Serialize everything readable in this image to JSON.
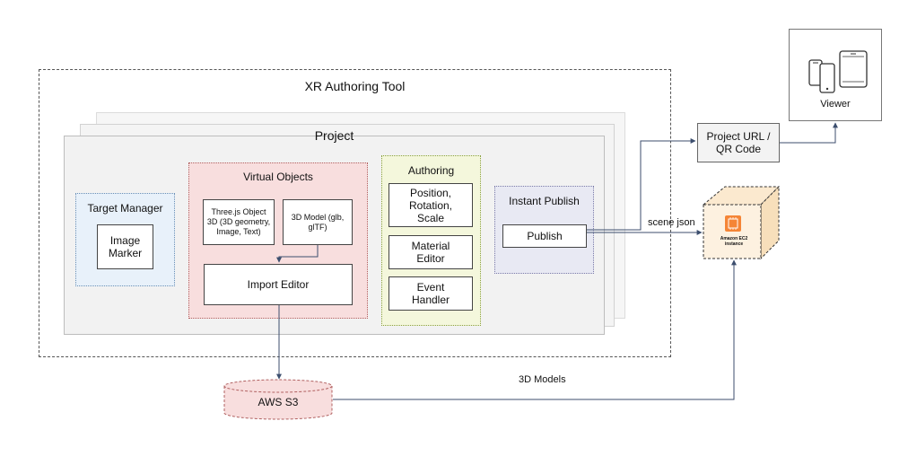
{
  "tool": {
    "title": "XR Authoring Tool"
  },
  "project": {
    "title": "Project"
  },
  "target_manager": {
    "title": "Target Manager",
    "image_marker": "Image Marker"
  },
  "virtual_objects": {
    "title": "Virtual Objects",
    "threejs": "Three.js Object 3D (3D geometry, Image, Text)",
    "model": "3D Model (glb, glTF)",
    "import_editor": "Import Editor"
  },
  "authoring": {
    "title": "Authoring",
    "position": "Position, Rotation, Scale",
    "material": "Material Editor",
    "event": "Event Handler"
  },
  "instant_publish": {
    "title": "Instant Publish",
    "publish": "Publish"
  },
  "project_url": "Project URL / QR Code",
  "viewer": "Viewer",
  "ec2": {
    "name": "Amazon EC2 instance"
  },
  "s3": "AWS S3",
  "edges": {
    "scene_json": "scene json",
    "models": "3D Models"
  },
  "colors": {
    "ec2_orange": "#f58536",
    "virtual_objects_fill": "#f8dede",
    "authoring_fill": "#f4f7dc",
    "target_fill": "#e8f1fa",
    "publish_fill": "#e8e9f3",
    "arrow": "#3c4e6e"
  }
}
